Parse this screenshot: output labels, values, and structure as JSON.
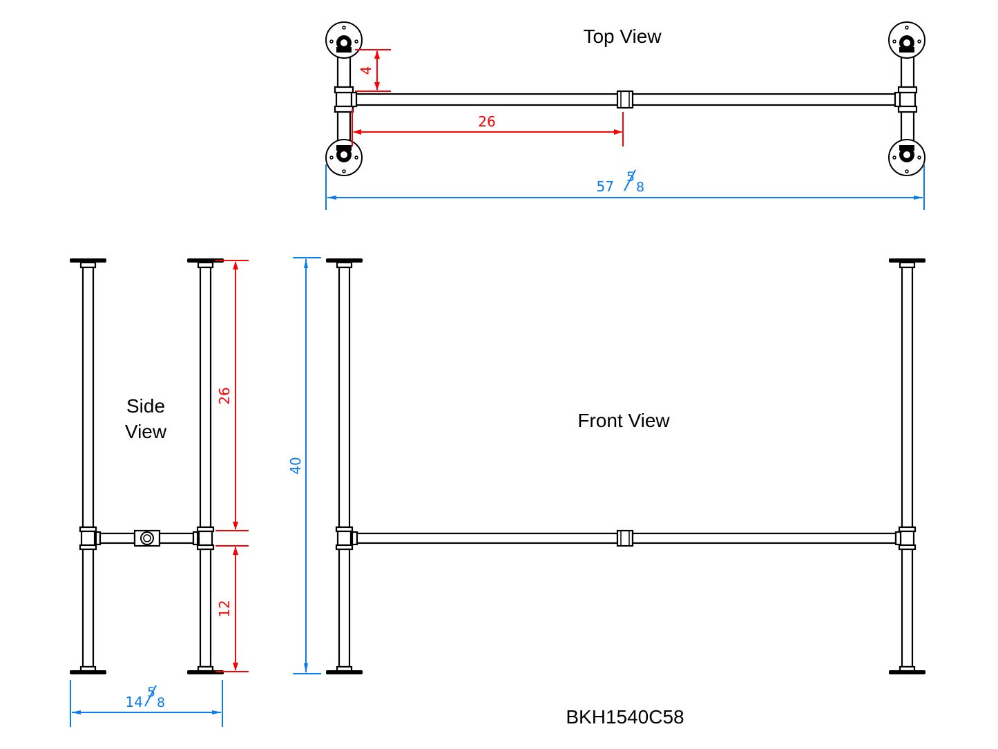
{
  "drawing": {
    "part_number": "BKH1540C58",
    "views": {
      "top": {
        "label": "Top View"
      },
      "side": {
        "label_line1": "Side",
        "label_line2": "View"
      },
      "front": {
        "label": "Front View"
      }
    },
    "dimensions": {
      "top_offset": "4",
      "top_half_span": "26",
      "overall_length_whole": "57",
      "overall_length_fraction": "5⁄8",
      "overall_length_num": "5",
      "overall_length_den": "8",
      "side_upper": "26",
      "side_lower": "12",
      "overall_height": "40",
      "depth_whole": "14",
      "depth_num": "5",
      "depth_den": "8"
    },
    "colors": {
      "dimension_red": "#ff0000",
      "dimension_blue": "#0a7bf0",
      "line": "#000000"
    }
  }
}
